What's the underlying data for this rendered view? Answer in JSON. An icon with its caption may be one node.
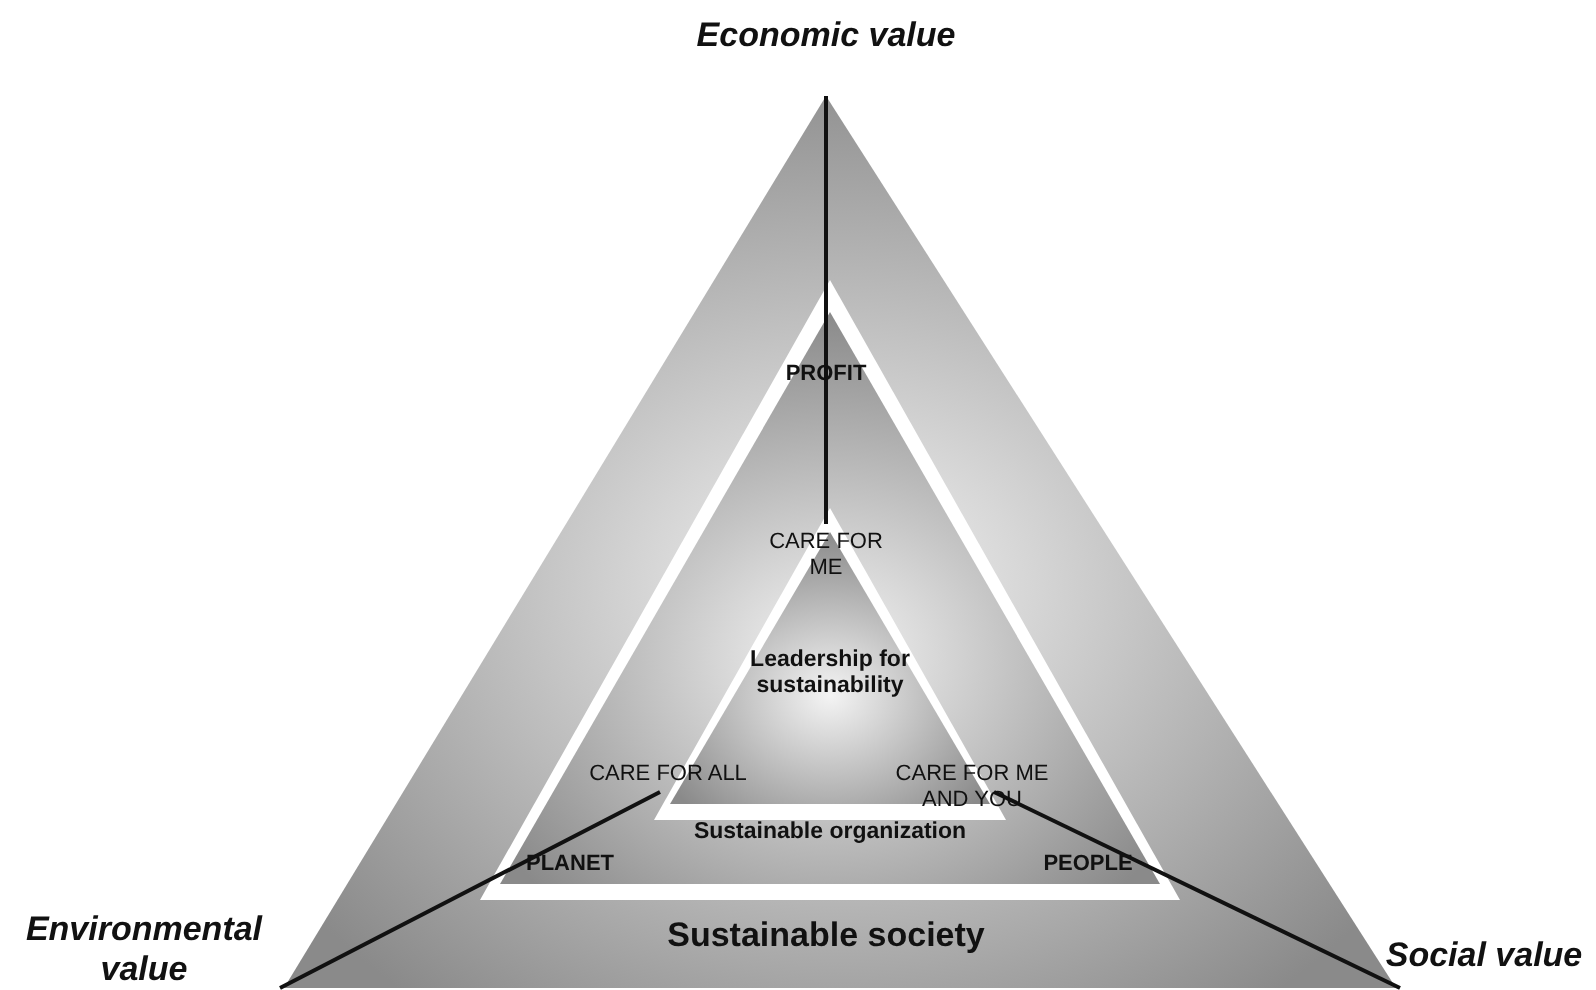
{
  "diagram": {
    "nodes": [
      {
        "text": [
          "Sustainable society"
        ]
      },
      {
        "text": [
          "Sustainable organization"
        ],
        "in": 0
      },
      {
        "text": [
          "Leadership for sustainability"
        ],
        "in": 1
      }
    ],
    "labels": [
      "Economic value",
      "PROFIT",
      "CARE FOR ME",
      "CARE FOR ALL",
      "CARE FOR ME AND YOU",
      "PLANET",
      "PEOPLE",
      "Environmental value",
      "Social value"
    ]
  }
}
